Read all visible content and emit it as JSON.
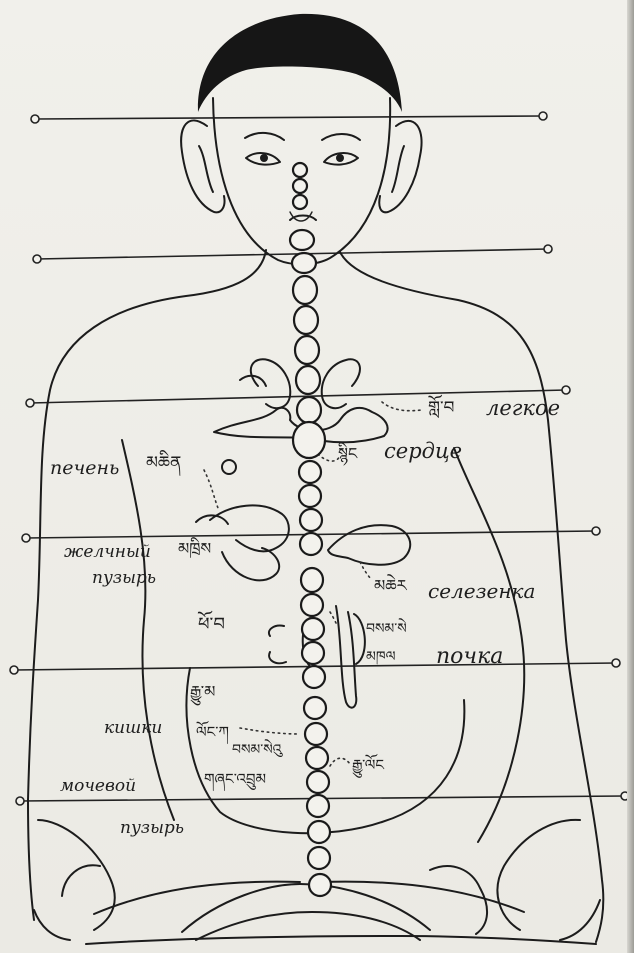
{
  "labels": {
    "lung": "легкое",
    "heart": "сердце",
    "liver": "печень",
    "gallbladder_1": "желчный",
    "gallbladder_2": "пузырь",
    "spleen": "селезенка",
    "kidney": "почка",
    "intestines": "кишки",
    "bladder_1": "мочевой",
    "bladder_2": "пузырь"
  },
  "tibetan": {
    "lung": "གློ་བ",
    "heart": "སྙིང",
    "liver": "མཆིན",
    "gallbladder": "མཁྲིས",
    "spleen": "མཆེར",
    "stomach": "ཕོ་བ",
    "kidney_1": "བསམ་སེ",
    "kidney_2": "མཁལ",
    "small_intestine": "རྒྱུ་མ",
    "large_intestine": "ལོང་ཀ",
    "seminal_vesicle": "བསམ་སེའུ",
    "bladder": "གཞང་འབྲུམ",
    "colon": "རྒྱུ་ལོང"
  },
  "colors": {
    "paper": "#efeee9",
    "ink": "#1c1c1c"
  }
}
